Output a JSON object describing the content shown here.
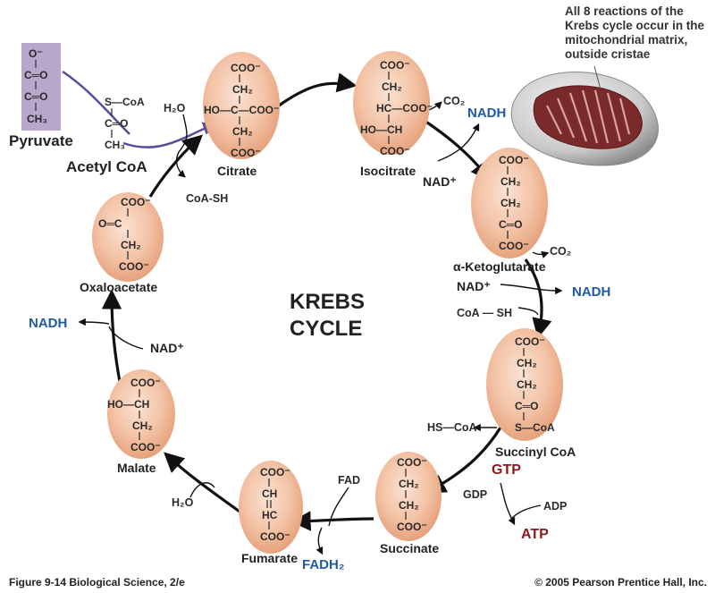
{
  "note": {
    "lines": [
      "All 8 reactions of the",
      "Krebs cycle occur in the",
      "mitochondrial matrix,",
      "outside cristae"
    ]
  },
  "center": {
    "line1": "KREBS",
    "line2": "CYCLE"
  },
  "molecules": {
    "pyruvate": "Pyruvate",
    "acetyl_coa": "Acetyl CoA",
    "citrate": "Citrate",
    "isocitrate": "Isocitrate",
    "alpha_ketoglutarate": "α-Ketoglutarate",
    "succinyl_coa": "Succinyl CoA",
    "succinate": "Succinate",
    "fumarate": "Fumarate",
    "malate": "Malate",
    "oxaloacetate": "Oxaloacetate"
  },
  "cofactors": {
    "h2o_1": "H₂O",
    "coa_sh_1": "CoA-SH",
    "co2_1": "CO₂",
    "nadh_1": "NADH",
    "nad_1": "NAD⁺",
    "co2_2": "CO₂",
    "nad_2": "NAD⁺",
    "nadh_2": "NADH",
    "coa_sh_2": "CoA — SH",
    "hs_coa": "HS—CoA",
    "gtp": "GTP",
    "gdp": "GDP",
    "adp": "ADP",
    "atp": "ATP",
    "fad": "FAD",
    "fadh2": "FADH₂",
    "h2o_2": "H₂O",
    "nad_3": "NAD⁺",
    "nadh_3": "NADH"
  },
  "structures": {
    "pyruvate": [
      "O⁻",
      "C═O",
      "C═O",
      "CH₃"
    ],
    "acetyl_coa": [
      "S—CoA",
      "C═O",
      "CH₃"
    ],
    "citrate": [
      "COO⁻",
      "CH₂",
      "HO—C—COO⁻",
      "CH₂",
      "COO⁻"
    ],
    "isocitrate": [
      "COO⁻",
      "CH₂",
      "HC—COO⁻",
      "HO—CH",
      "COO⁻"
    ],
    "alpha_ketoglutarate": [
      "COO⁻",
      "CH₂",
      "CH₂",
      "C═O",
      "COO⁻"
    ],
    "succinyl_coa": [
      "COO⁻",
      "CH₂",
      "CH₂",
      "C═O",
      "S—CoA"
    ],
    "succinate": [
      "COO⁻",
      "CH₂",
      "CH₂",
      "COO⁻"
    ],
    "fumarate": [
      "COO⁻",
      "CH",
      "HC",
      "COO⁻"
    ],
    "malate": [
      "COO⁻",
      "HO—CH",
      "CH₂",
      "COO⁻"
    ],
    "oxaloacetate": [
      "COO⁻",
      "O═C",
      "CH₂",
      "COO⁻"
    ]
  },
  "footer": {
    "left": "Figure 9-14   Biological Science, 2/e",
    "right": "© 2005 Pearson Prentice Hall, Inc."
  },
  "colors": {
    "ellipse_core": "#f2c0a2",
    "ellipse_edge": "#e49b74",
    "pyruvate_box": "#b8a6cc",
    "nadh": "#1f5aa6",
    "gtp_atp": "#8b1a1a",
    "acetyl_arrow": "#5a4a9a"
  }
}
